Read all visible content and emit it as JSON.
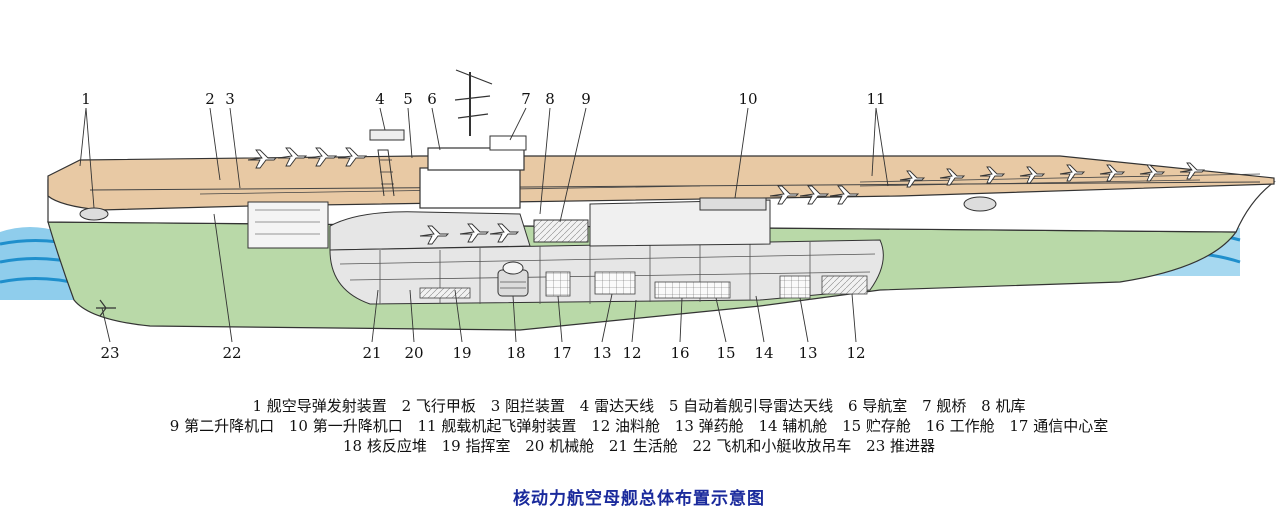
{
  "callout_numbers": [
    "1",
    "2",
    "3",
    "4",
    "5",
    "6",
    "7",
    "8",
    "9",
    "10",
    "11",
    "12",
    "12",
    "13",
    "13",
    "14",
    "15",
    "16",
    "17",
    "18",
    "19",
    "20",
    "21",
    "22",
    "23"
  ],
  "legend": {
    "row1": [
      "1 舰空导弹发射装置",
      "2 飞行甲板",
      "3 阻拦装置",
      "4 雷达天线",
      "5 自动着舰引导雷达天线",
      "6 导航室",
      "7 舰桥",
      "8 机库"
    ],
    "row2": [
      "9 第二升降机口",
      "10 第一升降机口",
      "11 舰载机起飞弹射装置",
      "12 油料舱",
      "13 弹药舱",
      "14 辅机舱",
      "15 贮存舱",
      "16 工作舱",
      "17 通信中心室"
    ],
    "row3": [
      "18 核反应堆",
      "19 指挥室",
      "20 机械舱",
      "21 生活舱",
      "22 飞机和小艇收放吊车",
      "23 推进器"
    ]
  },
  "title": "核动力航空母舰总体布置示意图",
  "colors": {
    "deck": "#e8c9a4",
    "hull_upper": "#ffffff",
    "hull_lower": "#b9d9a8",
    "water": "#3aa7dc",
    "interior": "#e6e6e6",
    "title": "#1a2a9c"
  }
}
